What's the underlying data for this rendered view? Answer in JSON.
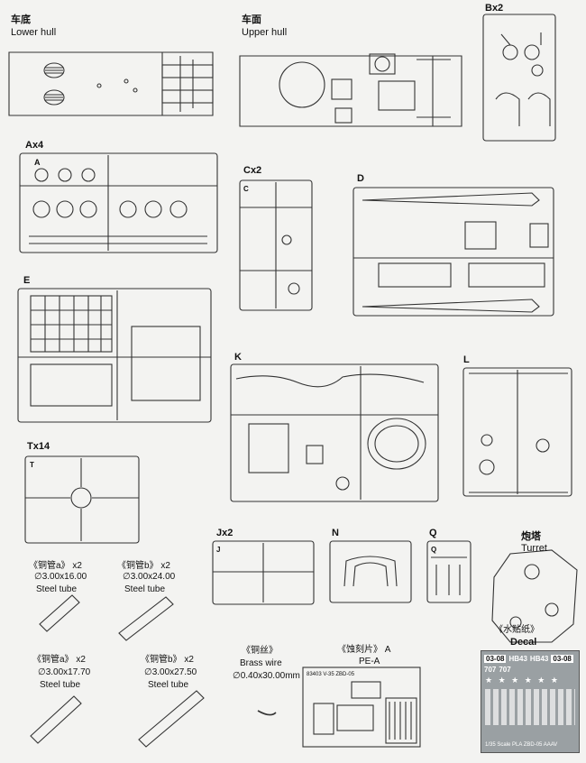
{
  "sections": {
    "lower_hull": {
      "cn": "车底",
      "en": "Lower hull"
    },
    "upper_hull": {
      "cn": "车面",
      "en": "Upper hull"
    },
    "b": {
      "label": "Bx2"
    },
    "a": {
      "label": "Ax4",
      "tag": "A"
    },
    "c": {
      "label": "Cx2",
      "tag": "C"
    },
    "d": {
      "label": "D"
    },
    "e": {
      "label": "E"
    },
    "k": {
      "label": "K"
    },
    "l": {
      "label": "L"
    },
    "tx": {
      "label": "Tx14",
      "tag": "T"
    },
    "j": {
      "label": "Jx2",
      "tag": "J"
    },
    "n": {
      "label": "N"
    },
    "q": {
      "label": "Q",
      "tag": "Q"
    },
    "turret": {
      "cn": "炮塔",
      "en": "Turret"
    }
  },
  "tubes": [
    {
      "name": "《铜管a》",
      "qty": "x2",
      "dim": "∅3.00x16.00",
      "type": "Steel tube"
    },
    {
      "name": "《铜管b》",
      "qty": "x2",
      "dim": "∅3.00x24.00",
      "type": "Steel tube"
    },
    {
      "name": "《铜管a》",
      "qty": "x2",
      "dim": "∅3.00x17.70",
      "type": "Steel tube"
    },
    {
      "name": "《铜管b》",
      "qty": "x2",
      "dim": "∅3.00x27.50",
      "type": "Steel tube"
    }
  ],
  "brass_wire": {
    "name": "《铜丝》",
    "type": "Brass wire",
    "dim": "∅0.40x30.00mm"
  },
  "photo_etch": {
    "name": "《蚀刻片》",
    "letter": "A",
    "code": "PE-A",
    "header": "83403  V-35  ZBD-05"
  },
  "decal": {
    "name": "《水贴纸》",
    "en": "Decal",
    "tags": [
      "03-08",
      "HB43",
      "HB43",
      "03-08",
      "707",
      "707"
    ],
    "footer": "1/35 Scale  PLA ZBD-05 AAAV"
  },
  "colors": {
    "line": "#333333",
    "paper": "#f3f3f1",
    "decal_bg": "#9aa0a3"
  }
}
